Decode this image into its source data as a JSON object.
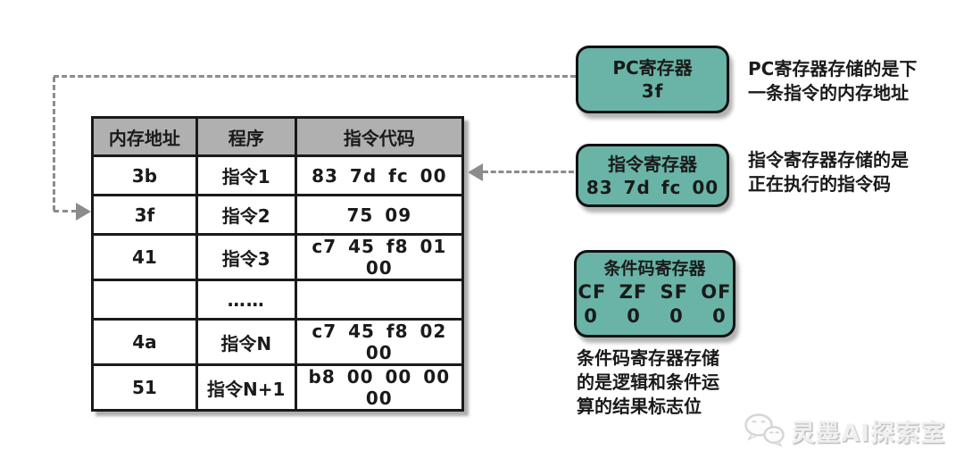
{
  "memory_table": {
    "headers": [
      "内存地址",
      "程序",
      "指令代码"
    ],
    "rows": [
      {
        "address": "3b",
        "program": "指令1",
        "code": "83 7d fc 00"
      },
      {
        "address": "3f",
        "program": "指令2",
        "code": "75 09"
      },
      {
        "address": "41",
        "program": "指令3",
        "code": "c7 45 f8 01 00"
      },
      {
        "address": "",
        "program": "……",
        "code": ""
      },
      {
        "address": "4a",
        "program": "指令N",
        "code": "c7 45 f8 02 00"
      },
      {
        "address": "51",
        "program": "指令N+1",
        "code": "b8 00 00 00 00"
      }
    ]
  },
  "registers": {
    "pc": {
      "title": "PC寄存器",
      "value": "3f",
      "note_lines": [
        "PC寄存器存储的是下",
        "一条指令的内存地址"
      ]
    },
    "instruction": {
      "title": "指令寄存器",
      "value": "83 7d fc 00",
      "note_lines": [
        "指令寄存器存储的是",
        "正在执行的指令码"
      ]
    },
    "condition": {
      "title": "条件码寄存器",
      "flags": "CF ZF SF OF",
      "flag_values": "0 0 0 0",
      "note_lines": [
        "条件码寄存器存储",
        "的是逻辑和条件运",
        "算的结果标志位"
      ]
    }
  },
  "watermark": {
    "text": "灵墨AI探索室",
    "icon": "wechat-icon"
  },
  "colors": {
    "register_fill": "#69b4a6",
    "table_header_fill": "#b0b0b0",
    "connector_gray": "#8c8c8c",
    "border_black": "#1a1a1a"
  }
}
